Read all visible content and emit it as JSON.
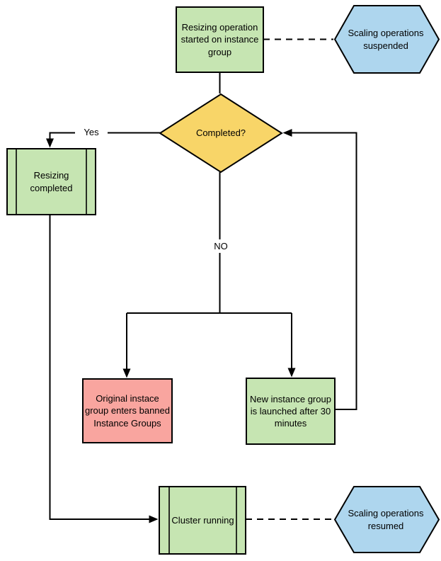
{
  "diagram": {
    "type": "flowchart",
    "colors": {
      "process_green": "#c6e5b2",
      "terminal_blue": "#aed6ee",
      "decision_yellow": "#f8d568",
      "alert_red": "#f9a59f",
      "line": "#000000",
      "background": "#ffffff"
    },
    "nodes": {
      "start": {
        "type": "process",
        "label": "Resizing operation started on instance group"
      },
      "suspended": {
        "type": "hexagon",
        "label": "Scaling operations suspended"
      },
      "completed": {
        "type": "decision",
        "label": "Completed?"
      },
      "resizing_completed": {
        "type": "predefined-process",
        "label": "Resizing completed"
      },
      "banned": {
        "type": "process",
        "label": "Original instace group enters banned Instance Groups"
      },
      "new_group": {
        "type": "process",
        "label": "New instance group is launched after 30 minutes"
      },
      "cluster": {
        "type": "predefined-process",
        "label": "Cluster running"
      },
      "resumed": {
        "type": "hexagon",
        "label": "Scaling operations resumed"
      }
    },
    "edge_labels": {
      "yes": "Yes",
      "no": "NO"
    }
  }
}
